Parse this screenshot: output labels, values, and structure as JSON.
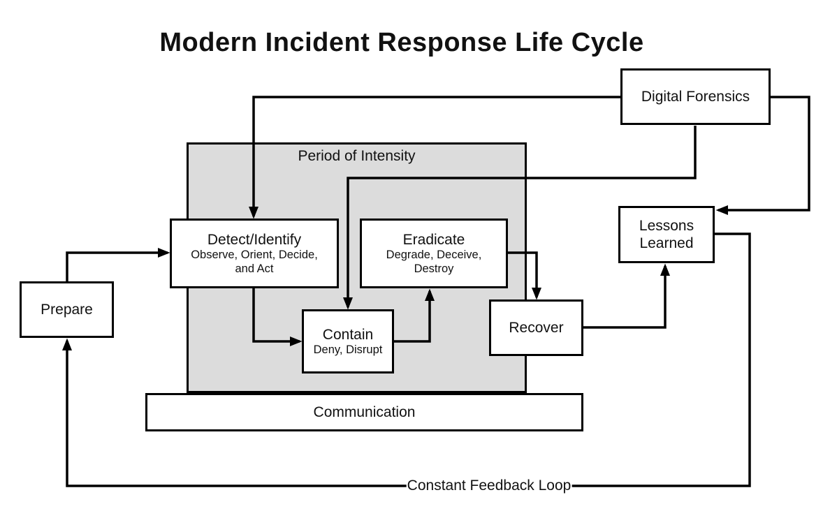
{
  "title": "Modern Incident Response Life Cycle",
  "region": {
    "label": "Period of Intensity"
  },
  "boxes": {
    "prepare": {
      "label": "Prepare"
    },
    "detect": {
      "label": "Detect/Identify",
      "sub": "Observe, Orient, Decide, and Act"
    },
    "eradicate": {
      "label": "Eradicate",
      "sub": "Degrade, Deceive, Destroy"
    },
    "contain": {
      "label": "Contain",
      "sub": "Deny, Disrupt"
    },
    "recover": {
      "label": "Recover"
    },
    "lessons": {
      "label": "Lessons Learned"
    },
    "forensics": {
      "label": "Digital Forensics"
    },
    "communication": {
      "label": "Communication"
    }
  },
  "feedback_label": "Constant Feedback Loop",
  "edges": [
    {
      "from": "prepare",
      "to": "detect"
    },
    {
      "from": "forensics",
      "to": "detect"
    },
    {
      "from": "forensics",
      "to": "contain"
    },
    {
      "from": "forensics",
      "to": "lessons"
    },
    {
      "from": "detect",
      "to": "contain"
    },
    {
      "from": "contain",
      "to": "eradicate"
    },
    {
      "from": "eradicate",
      "to": "recover"
    },
    {
      "from": "recover",
      "to": "lessons"
    },
    {
      "from": "lessons",
      "to": "prepare",
      "via": "constant-feedback-loop"
    }
  ],
  "colors": {
    "background": "#ffffff",
    "region_fill": "#dcdcdc",
    "box_fill": "#ffffff",
    "line": "#000000"
  }
}
